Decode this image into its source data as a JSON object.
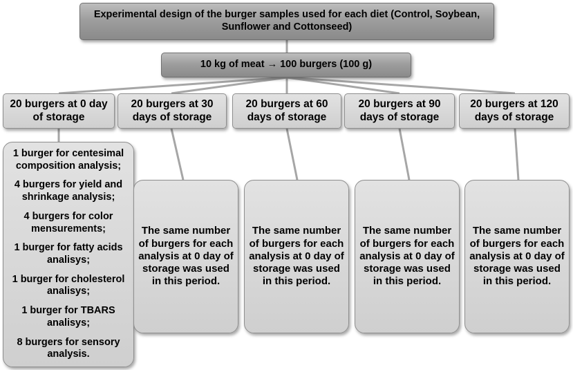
{
  "title": "Experimental design of the burger samples used for each diet (Control, Soybean, Sunflower and Cottonseed)",
  "meat": "10 kg of meat → 100 burgers (100 g)",
  "storage_groups": [
    {
      "label": "20 burgers at 0 day of storage"
    },
    {
      "label": "20 burgers at 30 days of storage"
    },
    {
      "label": "20 burgers at 60 days of storage"
    },
    {
      "label": "20 burgers at 90 days of storage"
    },
    {
      "label": "20 burgers at 120 days of storage"
    }
  ],
  "day0_analyses": [
    "1 burger for centesimal composition analysis;",
    "4 burgers for yield and shrinkage analysis;",
    "4 burgers for color mensurements;",
    "1 burger for fatty acids analisys;",
    "1 burger for cholesterol analisys;",
    "1 burger for TBARS analisys;",
    "8 burgers for sensory analysis."
  ],
  "same_number_text": "The same number of burgers for each analysis at 0 day of storage was used in this period.",
  "colors": {
    "connector": "#a6a6a6",
    "dark_box": "#9e9e9e",
    "light_box": "#d6d6d6"
  }
}
